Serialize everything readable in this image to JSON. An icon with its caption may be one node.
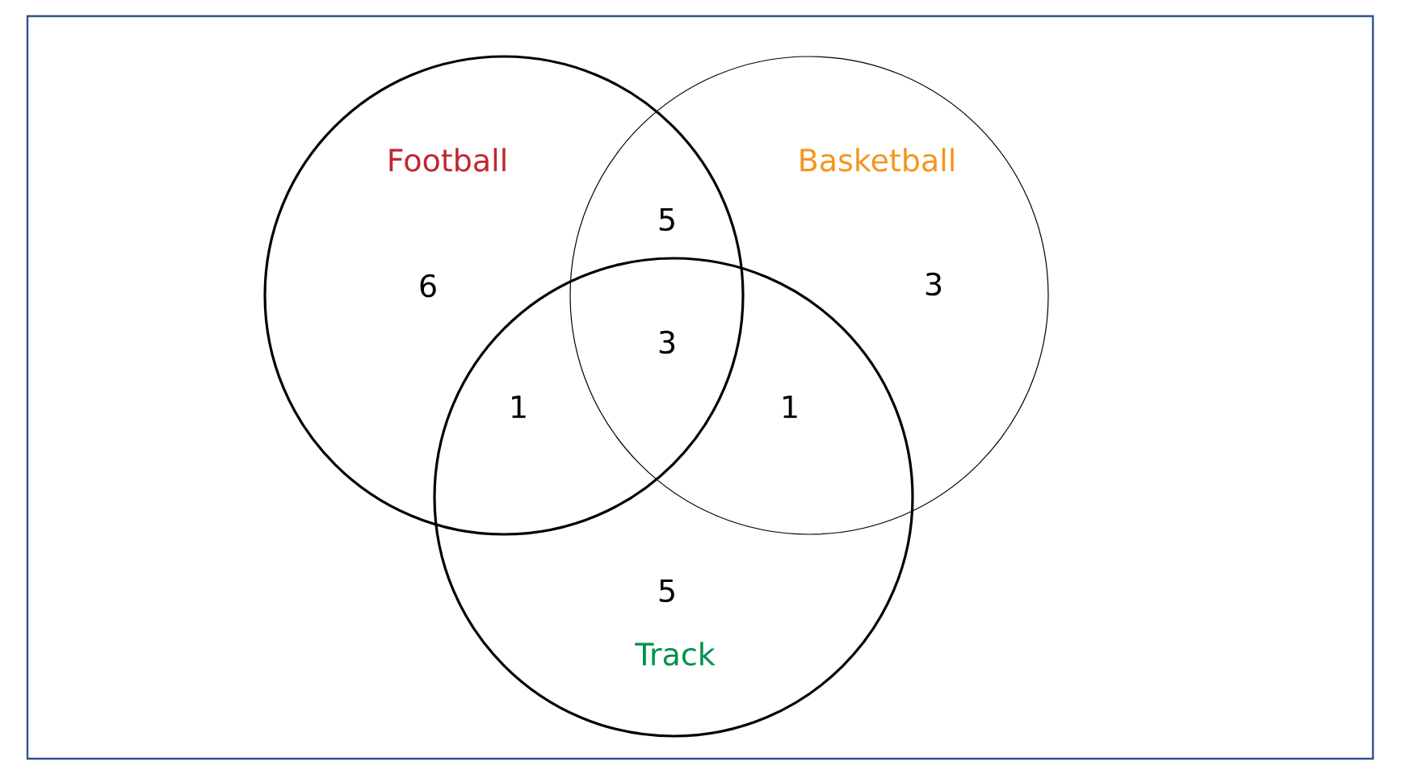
{
  "diagram": {
    "nodes": [
      {
        "text": [
          "Football"
        ]
      },
      {
        "text": [
          "Basketball"
        ]
      },
      {
        "text": [
          "Track"
        ]
      }
    ],
    "labels": [
      "5",
      "6",
      "3",
      "3",
      "1",
      "1",
      "5"
    ]
  }
}
